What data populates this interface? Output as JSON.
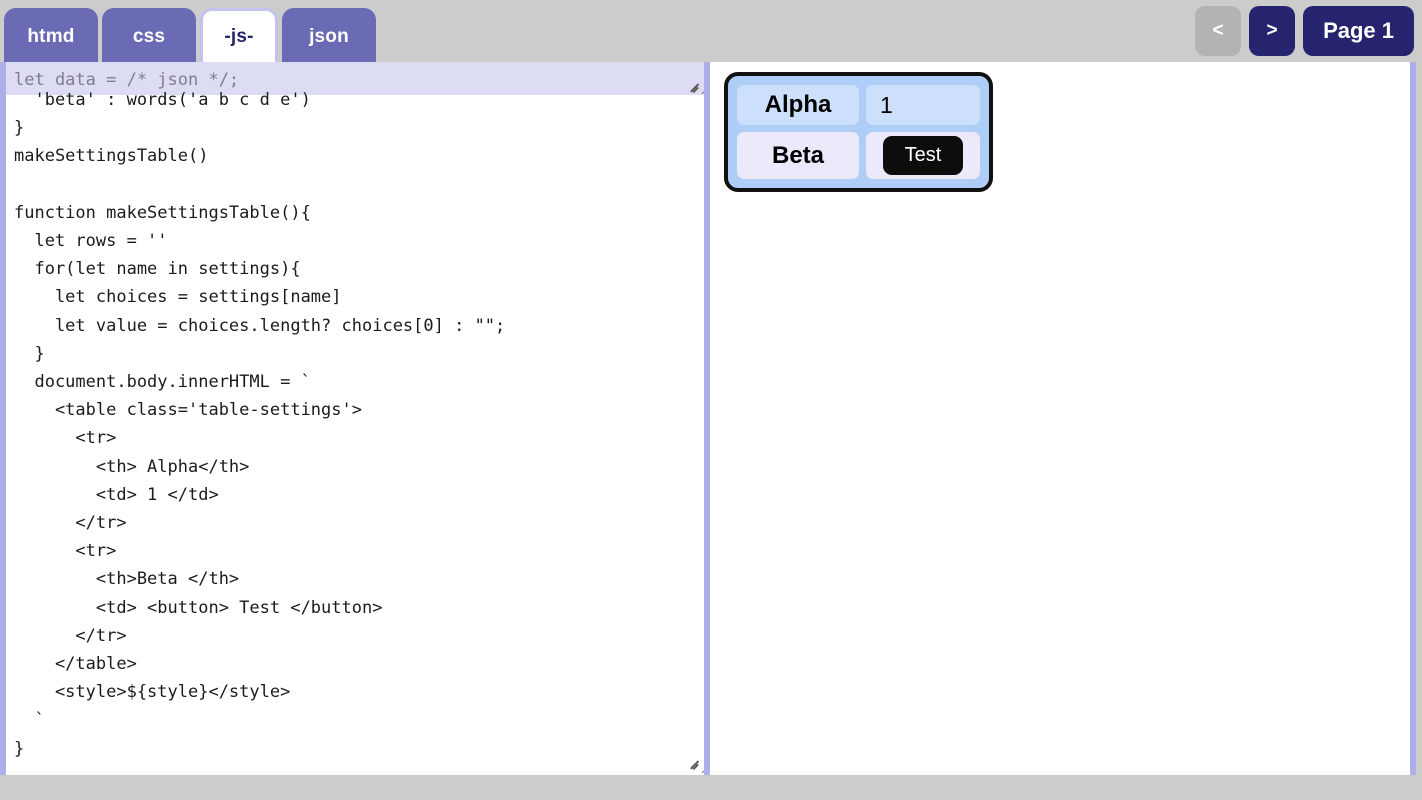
{
  "topbar": {
    "tabs": [
      {
        "label": "htmd",
        "active": false
      },
      {
        "label": "css",
        "active": false
      },
      {
        "label": "-js-",
        "active": true
      },
      {
        "label": "json",
        "active": false
      }
    ],
    "nav": {
      "prev_label": "<",
      "next_label": ">",
      "page_label": "Page 1"
    },
    "colors": {
      "background": "#cccccc",
      "tab_inactive": "#6b6bb5",
      "tab_active_bg": "#ffffff",
      "tab_active_text": "#26246e",
      "nav_prev": "#b3b3b3",
      "nav_next": "#26246e"
    }
  },
  "editor": {
    "header_value": "let data = /* json */;",
    "body_value": "  'beta' : words('a b c d e')\n}\nmakeSettingsTable()\n\nfunction makeSettingsTable(){\n  let rows = ''\n  for(let name in settings){\n    let choices = settings[name]\n    let value = choices.length? choices[0] : \"\";\n  }\n  document.body.innerHTML = `\n    <table class='table-settings'>\n      <tr>\n        <th> Alpha</th>\n        <td> 1 </td>\n      </tr>\n      <tr>\n        <th>Beta </th>\n        <td> <button> Test </button>\n      </tr>\n    </table>\n    <style>${style}</style>\n  `\n}",
    "colors": {
      "header_bg": "#dcdcf4",
      "header_text": "#7e7e8e",
      "body_text": "#1b1b1b",
      "pane_border": "#aeaeea"
    }
  },
  "preview": {
    "table": {
      "rows": [
        {
          "header": "Alpha",
          "value": "1",
          "value_is_button": false
        },
        {
          "header": "Beta",
          "value": "Test",
          "value_is_button": true
        }
      ]
    },
    "colors": {
      "table_bg": "#aecdf7",
      "row1_cell": "#ccdffb",
      "row2_cell": "#eceafa",
      "button_bg": "#0d0d0d",
      "border": "#111111"
    }
  }
}
